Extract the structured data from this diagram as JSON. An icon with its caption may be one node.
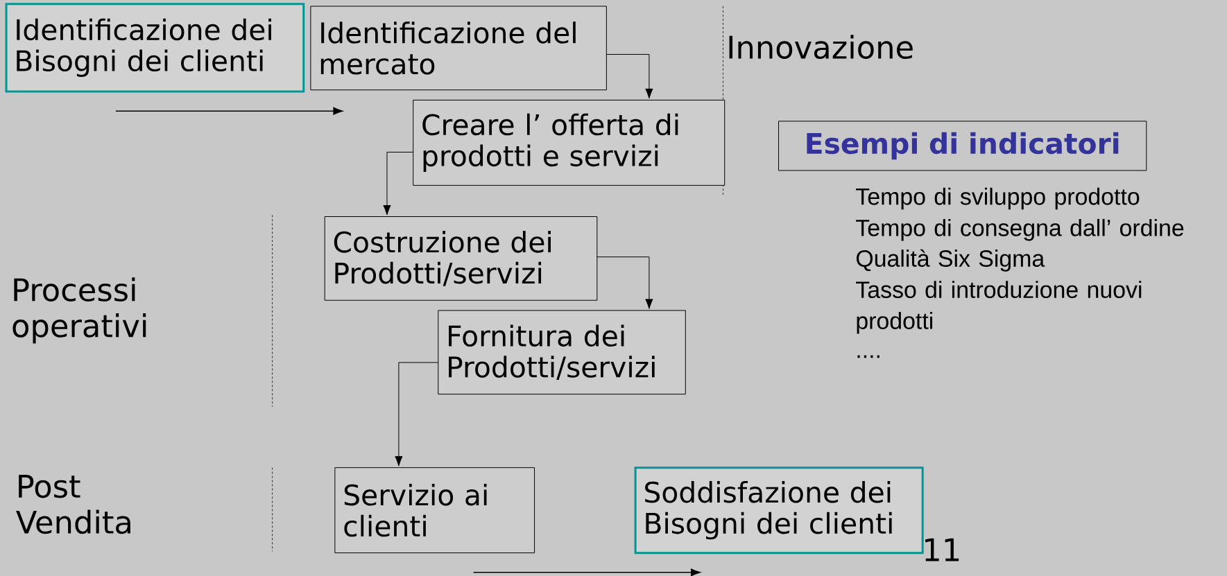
{
  "diagram": {
    "nodes": [
      {
        "text": [
          "Identificazione dei Bisogni dei clienti"
        ]
      },
      {
        "text": [
          "Identificazione del mercato"
        ]
      },
      {
        "text": [
          "Creare l’ offerta di prodotti e servizi"
        ]
      },
      {
        "text": [
          "Costruzione dei Prodotti/servizi"
        ]
      },
      {
        "text": [
          "Fornitura dei Prodotti/servizi"
        ]
      },
      {
        "text": [
          "Servizio ai clienti"
        ]
      },
      {
        "text": [
          "Soddisfazione dei Bisogni dei clienti"
        ]
      },
      {
        "text": [
          "Esempi di indicatori"
        ]
      }
    ],
    "edges": [
      {
        "from": 1,
        "to": 2,
        "arrow": "to"
      },
      {
        "from": 2,
        "to": 3,
        "arrow": "to"
      },
      {
        "from": 3,
        "to": 4,
        "arrow": "to"
      },
      {
        "from": 4,
        "to": 5,
        "arrow": "to"
      }
    ],
    "labels": [
      "Innovazione",
      "Processi operativi",
      "Tempo di sviluppo prodotto",
      "Tempo di consegna dall’ ordine",
      "Qualità Six Sigma",
      "Tasso di introduzione nuovi prodotti",
      "....",
      "Post Vendita",
      "11"
    ]
  }
}
